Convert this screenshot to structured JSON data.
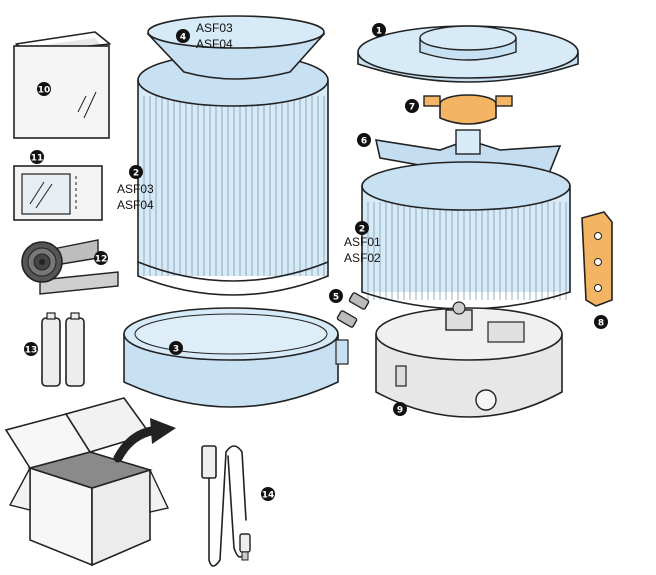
{
  "parts": [
    {
      "number": "1",
      "part": "lid"
    },
    {
      "number": "2",
      "part": "filter",
      "codes": [
        "ASF03",
        "ASF04"
      ]
    },
    {
      "number": "2",
      "part": "filter",
      "codes": [
        "ASF01",
        "ASF02"
      ]
    },
    {
      "number": "3",
      "part": "base-tray"
    },
    {
      "number": "4",
      "part": "top-dish",
      "codes": [
        "ASF03",
        "ASF04"
      ]
    },
    {
      "number": "5",
      "part": "small-connectors"
    },
    {
      "number": "6",
      "part": "inner-holder"
    },
    {
      "number": "7",
      "part": "orange-clip"
    },
    {
      "number": "8",
      "part": "orange-bracket"
    },
    {
      "number": "9",
      "part": "motor-base"
    },
    {
      "number": "10",
      "part": "manual"
    },
    {
      "number": "11",
      "part": "sticker-pack"
    },
    {
      "number": "12",
      "part": "velcro-roll"
    },
    {
      "number": "13",
      "part": "batteries"
    },
    {
      "number": "14",
      "part": "usb-cable"
    }
  ],
  "colors": {
    "filter": "#d7eaf7",
    "orange_part": "#f3b563",
    "base": "#e7e7e7",
    "outline": "#222222"
  }
}
